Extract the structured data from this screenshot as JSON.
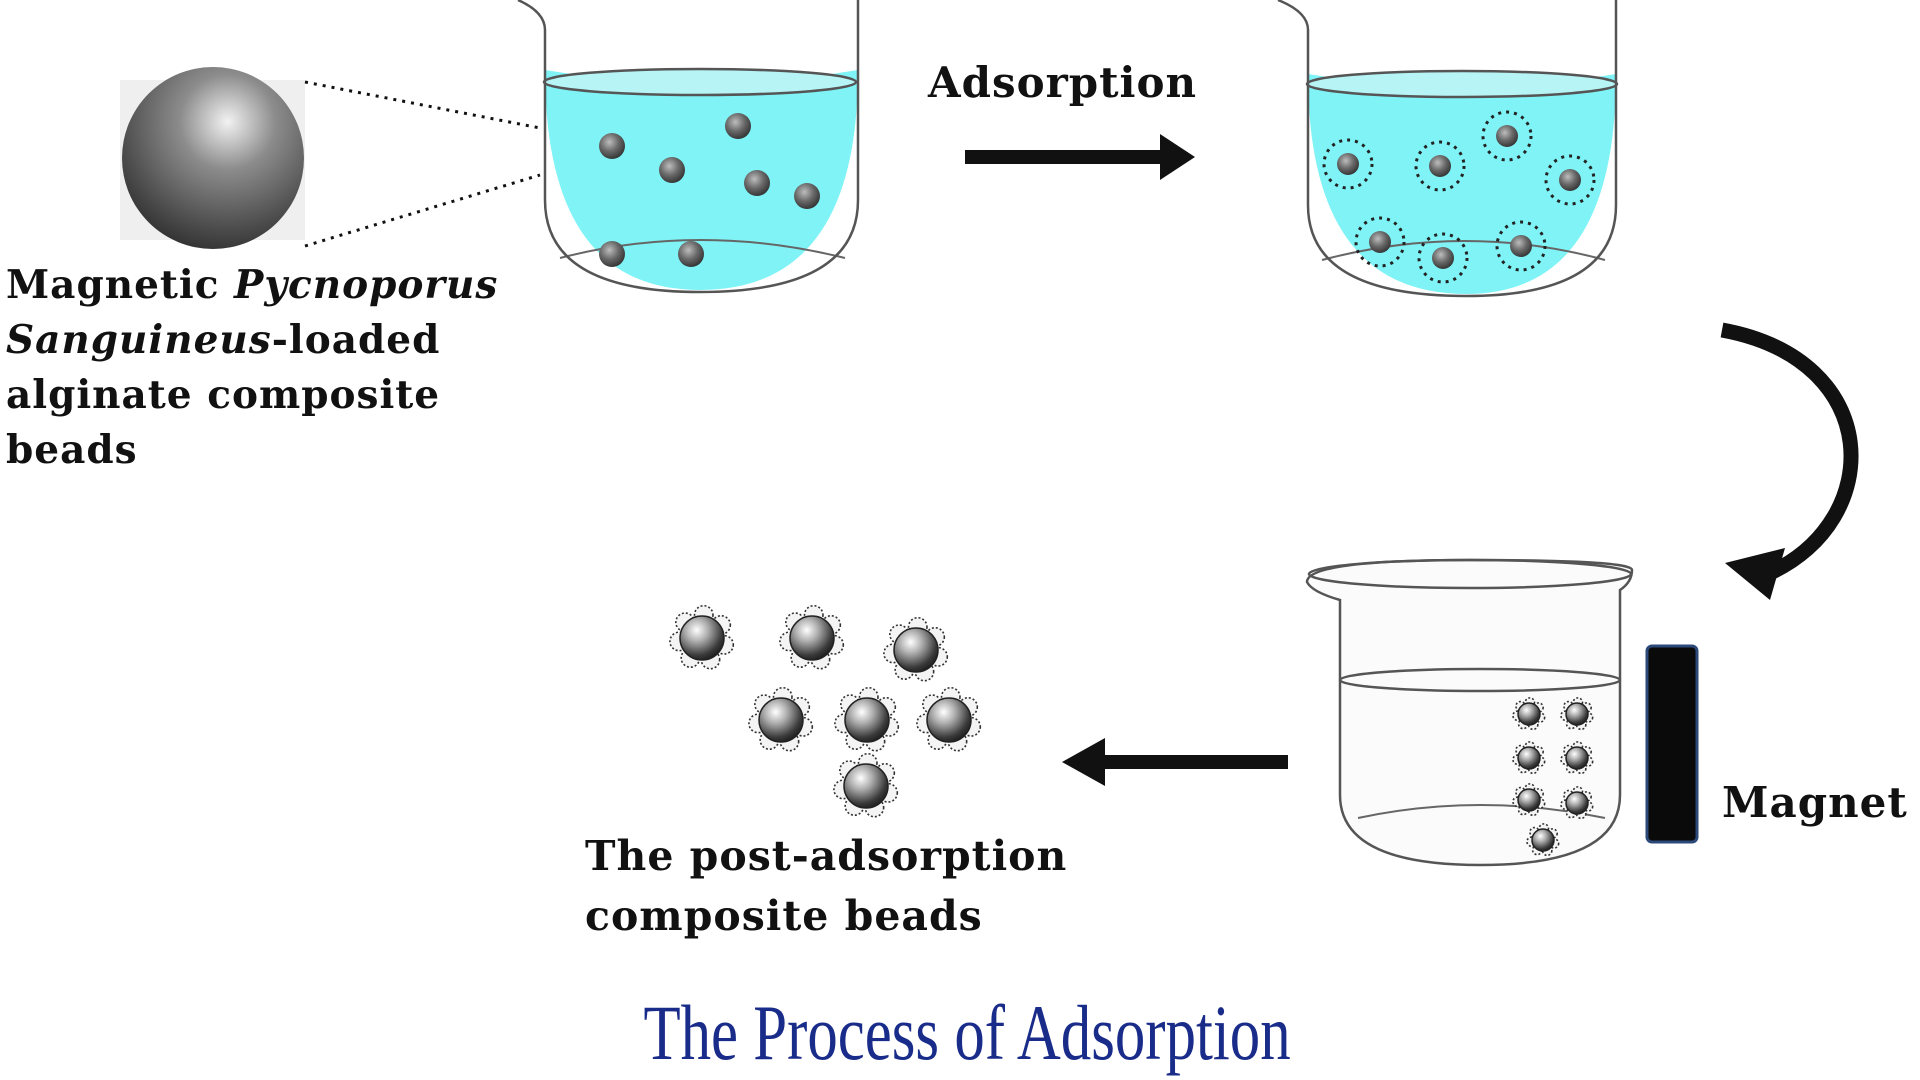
{
  "labels": {
    "bead_line1_a": "Magnetic ",
    "bead_line1_b": "Pycnoporus",
    "bead_line2_a": "Sanguineus",
    "bead_line2_b": "-loaded",
    "bead_line3": "alginate composite",
    "bead_line4": "beads",
    "adsorption": "Adsorption",
    "post_line1": "The post-adsorption",
    "post_line2": "composite beads",
    "magnet": "Magnet"
  },
  "title": "The Process of Adsorption",
  "colors": {
    "solution": "#7ff3f6",
    "solution_light": "#b6f4f6",
    "bead": "#555555",
    "arrow": "#111111",
    "magnet": "#0a0a0a",
    "magnet_edge": "#2b4a7a",
    "title": "#1a2c8a"
  },
  "icons": {
    "bead": "sphere-icon",
    "arrow_right": "arrow-right-icon",
    "arrow_curved": "curved-arrow-icon",
    "arrow_left": "arrow-left-icon",
    "magnet": "bar-magnet-icon"
  }
}
